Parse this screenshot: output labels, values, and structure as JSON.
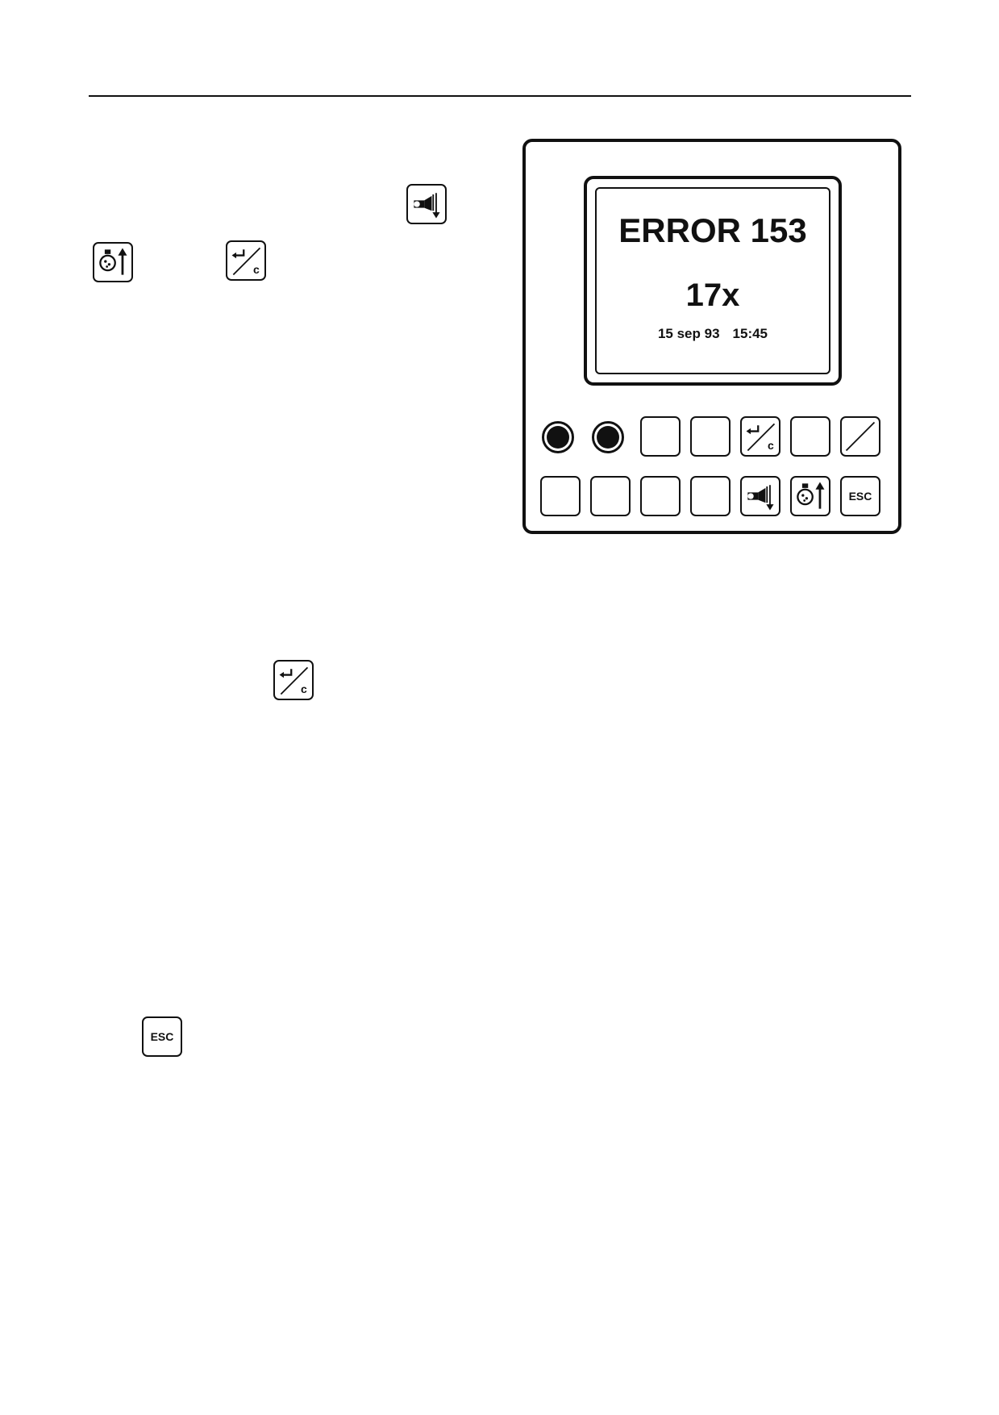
{
  "display": {
    "error_title": "ERROR 153",
    "error_count": "17x",
    "date": "15 sep 93",
    "time": "15:45"
  },
  "keys": {
    "esc_label": "ESC",
    "enter_clear_sub": "c"
  },
  "icons": {
    "paper_feed": "paper-feed-down-icon",
    "sample_up": "sample-up-icon",
    "enter_clear": "enter-clear-icon",
    "esc": "esc-icon",
    "led": "indicator-led"
  }
}
